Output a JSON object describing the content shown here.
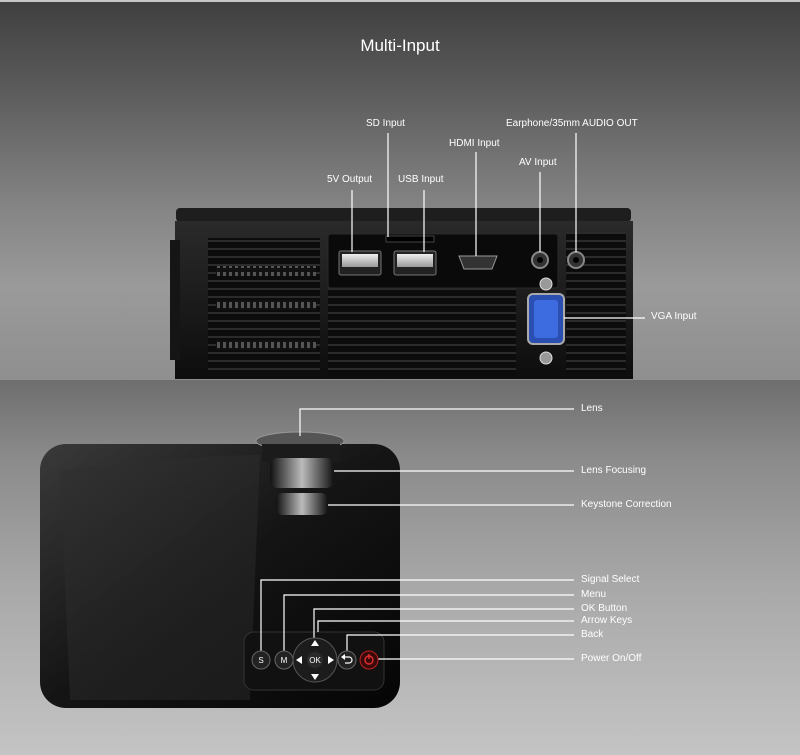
{
  "title": "Multi-Input",
  "labels": {
    "sd_input": "SD Input",
    "earphone_out": "Earphone/35mm AUDIO OUT",
    "hdmi_input": "HDMI Input",
    "av_input": "AV Input",
    "v5_output": "5V Output",
    "usb_input": "USB Input",
    "vga_input": "VGA Input",
    "lens": "Lens",
    "lens_focusing": "Lens Focusing",
    "keystone": "Keystone Correction",
    "signal_select": "Signal Select",
    "menu": "Menu",
    "ok_button": "OK Button",
    "arrow_keys": "Arrow Keys",
    "back": "Back",
    "power": "Power On/Off"
  },
  "buttons": {
    "s": "S",
    "m": "M",
    "ok": "OK"
  }
}
